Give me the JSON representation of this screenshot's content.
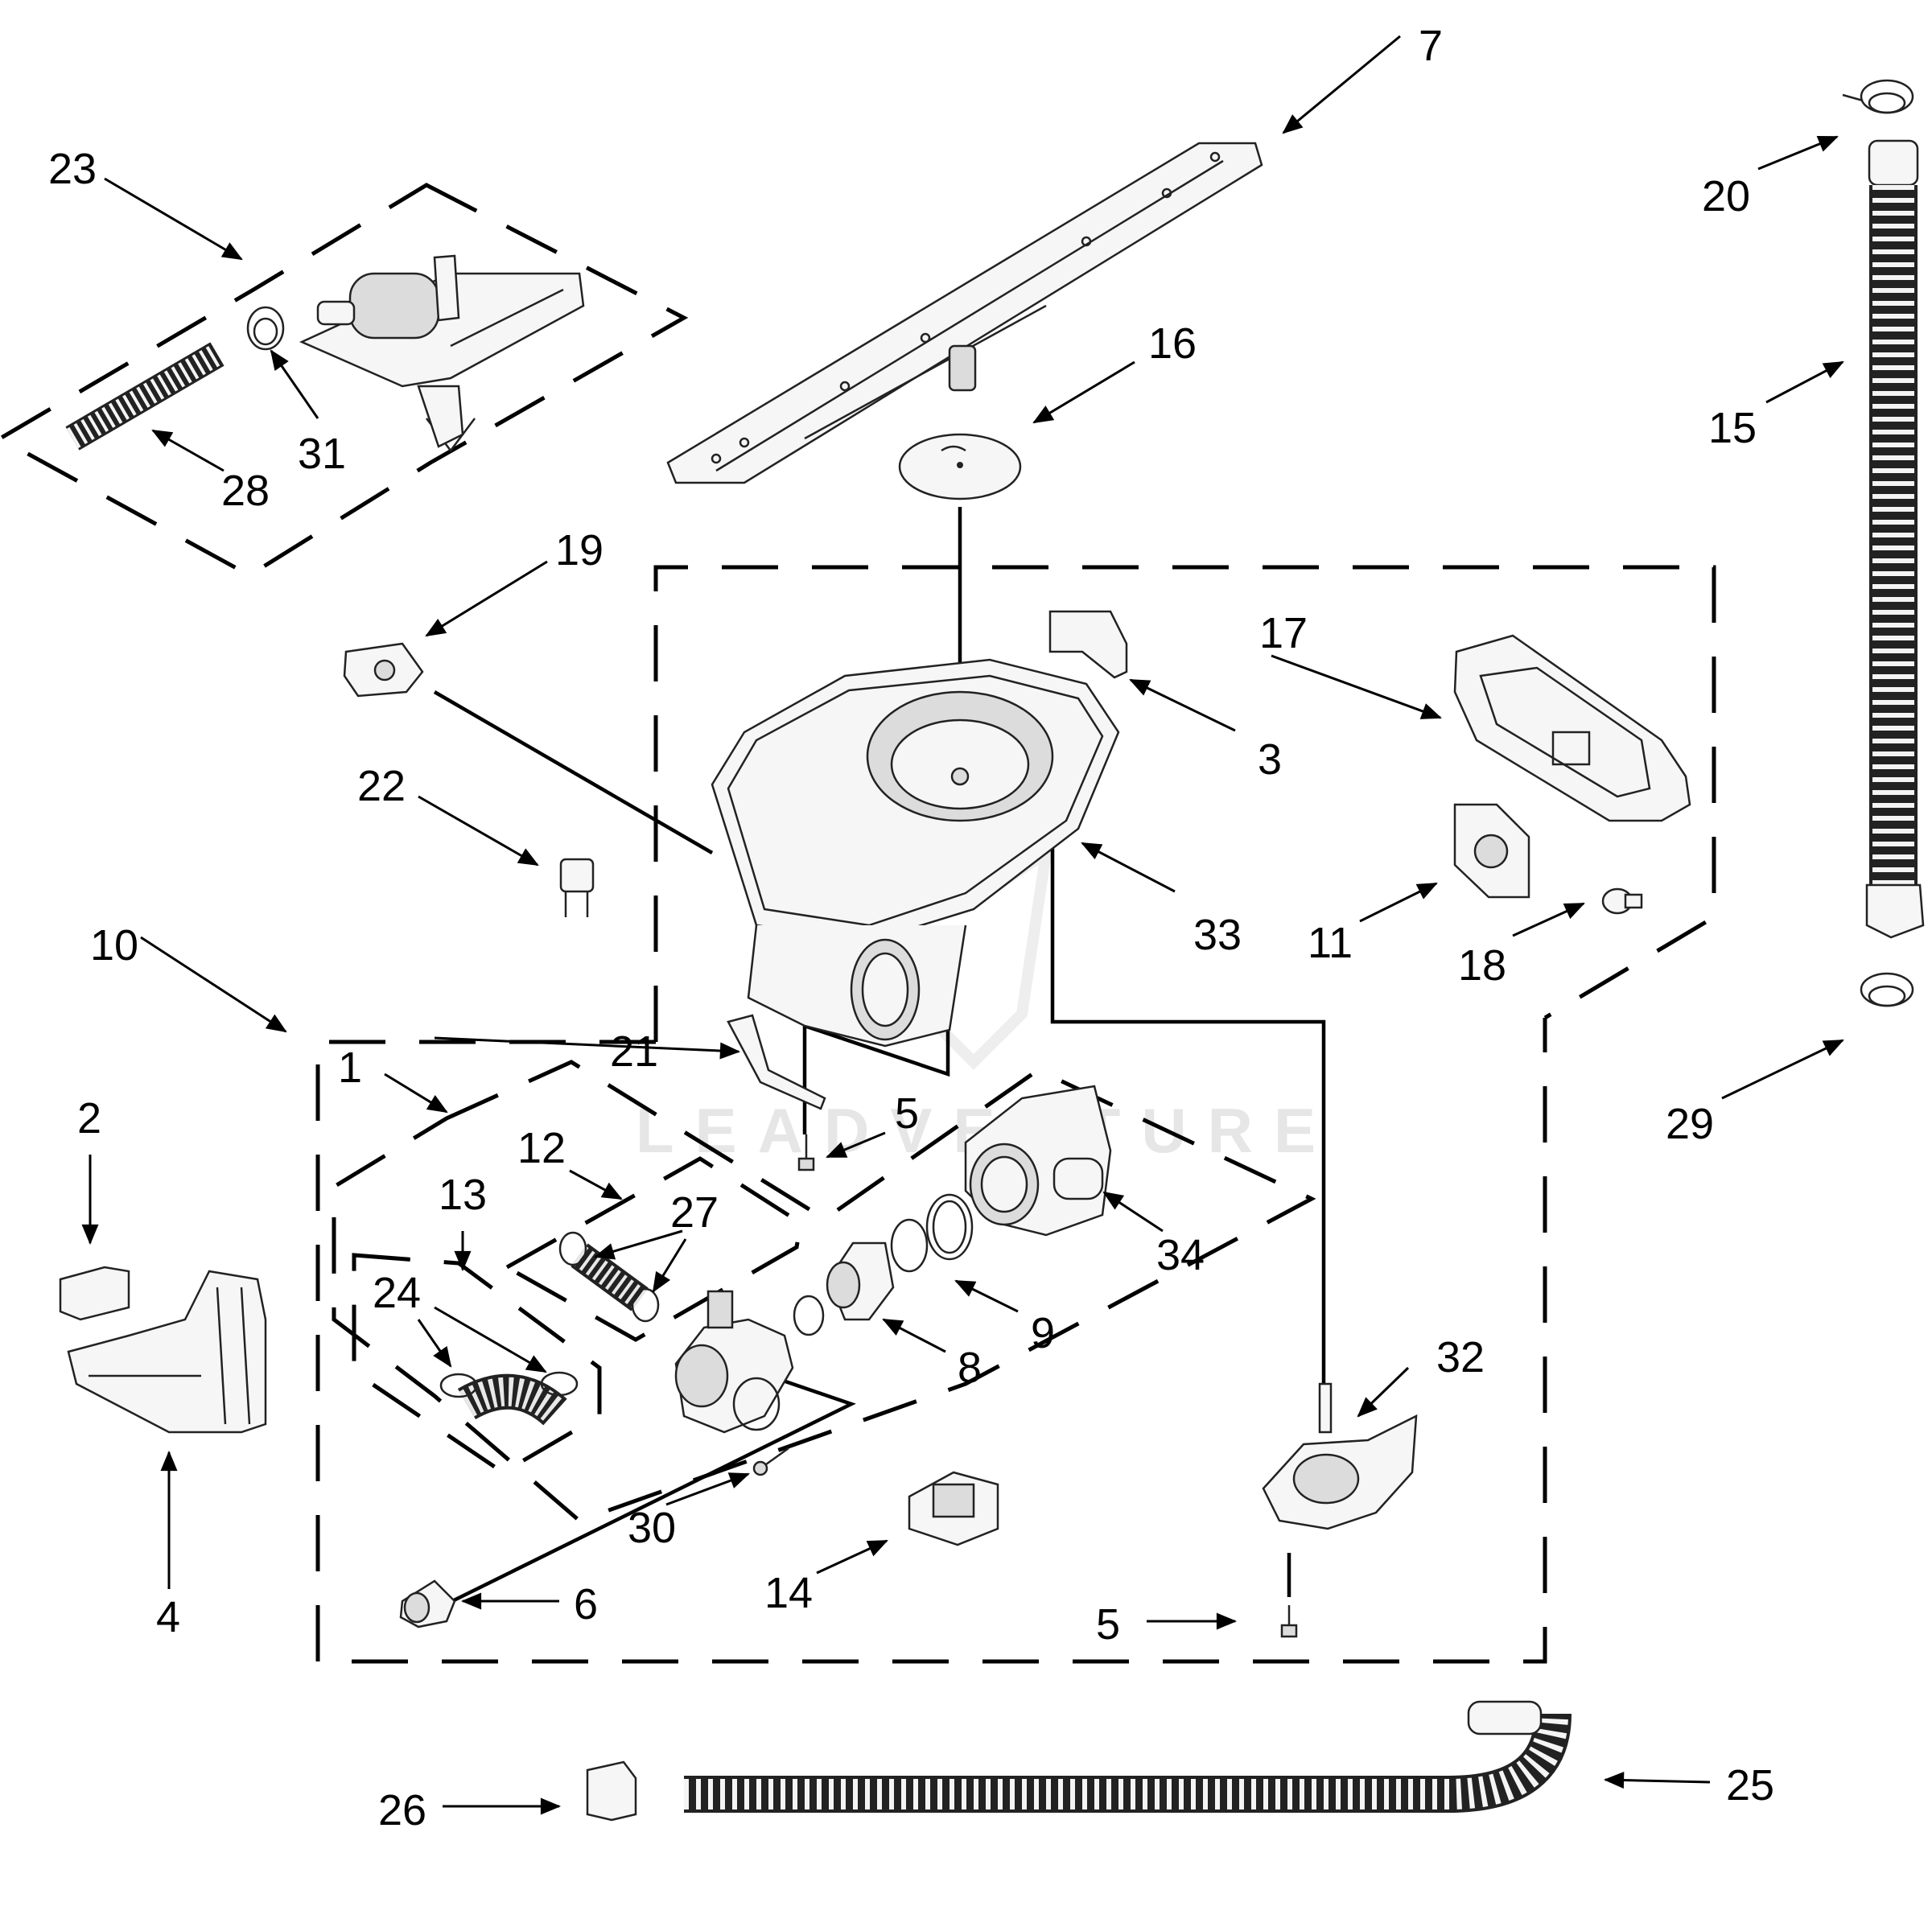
{
  "diagram": {
    "watermark": "LEADVENTURE",
    "callouts": [
      "1",
      "2",
      "3",
      "4",
      "5",
      "5",
      "6",
      "7",
      "8",
      "9",
      "10",
      "11",
      "12",
      "13",
      "14",
      "15",
      "16",
      "17",
      "18",
      "19",
      "20",
      "21",
      "22",
      "23",
      "24",
      "25",
      "26",
      "27",
      "28",
      "29",
      "30",
      "31",
      "32",
      "33",
      "34"
    ]
  }
}
